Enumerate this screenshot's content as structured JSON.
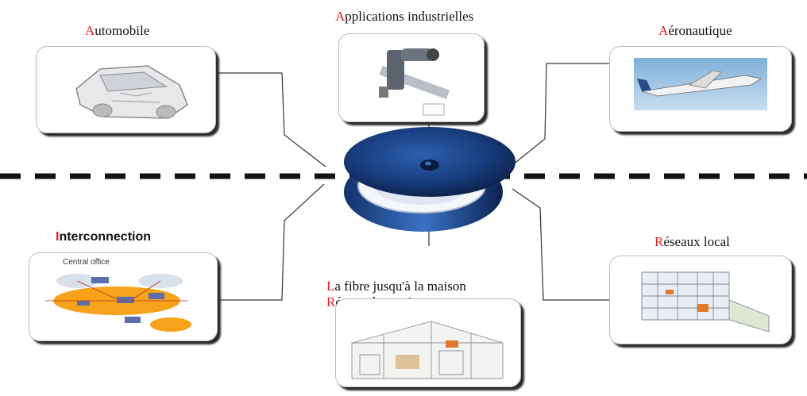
{
  "nodes": {
    "automobile": {
      "first": "A",
      "rest": "utomobile",
      "icon": "car-icon"
    },
    "industrial": {
      "first": "A",
      "rest": "pplications industrielles",
      "icon": "robot-arm-icon"
    },
    "aero": {
      "first": "A",
      "rest": "éronautique",
      "icon": "airplane-icon"
    },
    "interconnection": {
      "first": "I",
      "rest": "nterconnection",
      "icon": "network-icon",
      "inner_label": "Central office"
    },
    "lan": {
      "first": "R",
      "rest": "éseaux local",
      "icon": "building-icon"
    },
    "home": {
      "line1_first": "L",
      "line1_rest": "a fibre jusqu'à la maison",
      "line2_first": "R",
      "line2_rest": "éseau domestique",
      "icon": "house-icon"
    }
  },
  "center": {
    "icon": "fiber-optic-spool-icon"
  },
  "colors": {
    "accent": "#e0202a",
    "spool_dark": "#0d2a5a",
    "spool_mid": "#1f4d95",
    "divider": "#111111"
  }
}
